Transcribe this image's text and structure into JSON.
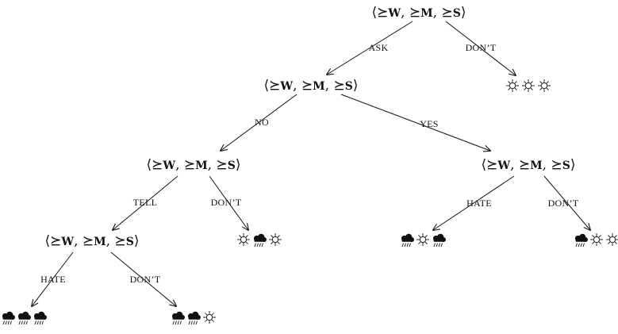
{
  "node_label": {
    "open": "⟨",
    "close": "⟩",
    "sep": ", ",
    "rel": "⪰",
    "vars": [
      "W",
      "M",
      "S"
    ]
  },
  "edges": {
    "root_ask": "ASK",
    "root_dont": "DON’T",
    "ask_no": "NO",
    "ask_yes": "YES",
    "no_tell": "TELL",
    "no_dont": "DON’T",
    "tell_hate": "HATE",
    "tell_dont": "DON’T",
    "yes_hate": "HATE",
    "yes_dont": "DON’T"
  },
  "outcomes": {
    "root_dont": [
      "sun",
      "sun",
      "sun"
    ],
    "no_dont": [
      "sun",
      "rain",
      "sun"
    ],
    "tell_hate": [
      "rain",
      "rain",
      "rain"
    ],
    "tell_dont": [
      "rain",
      "rain",
      "sun"
    ],
    "yes_hate": [
      "rain",
      "sun",
      "rain"
    ],
    "yes_dont": [
      "rain",
      "sun",
      "sun"
    ]
  }
}
